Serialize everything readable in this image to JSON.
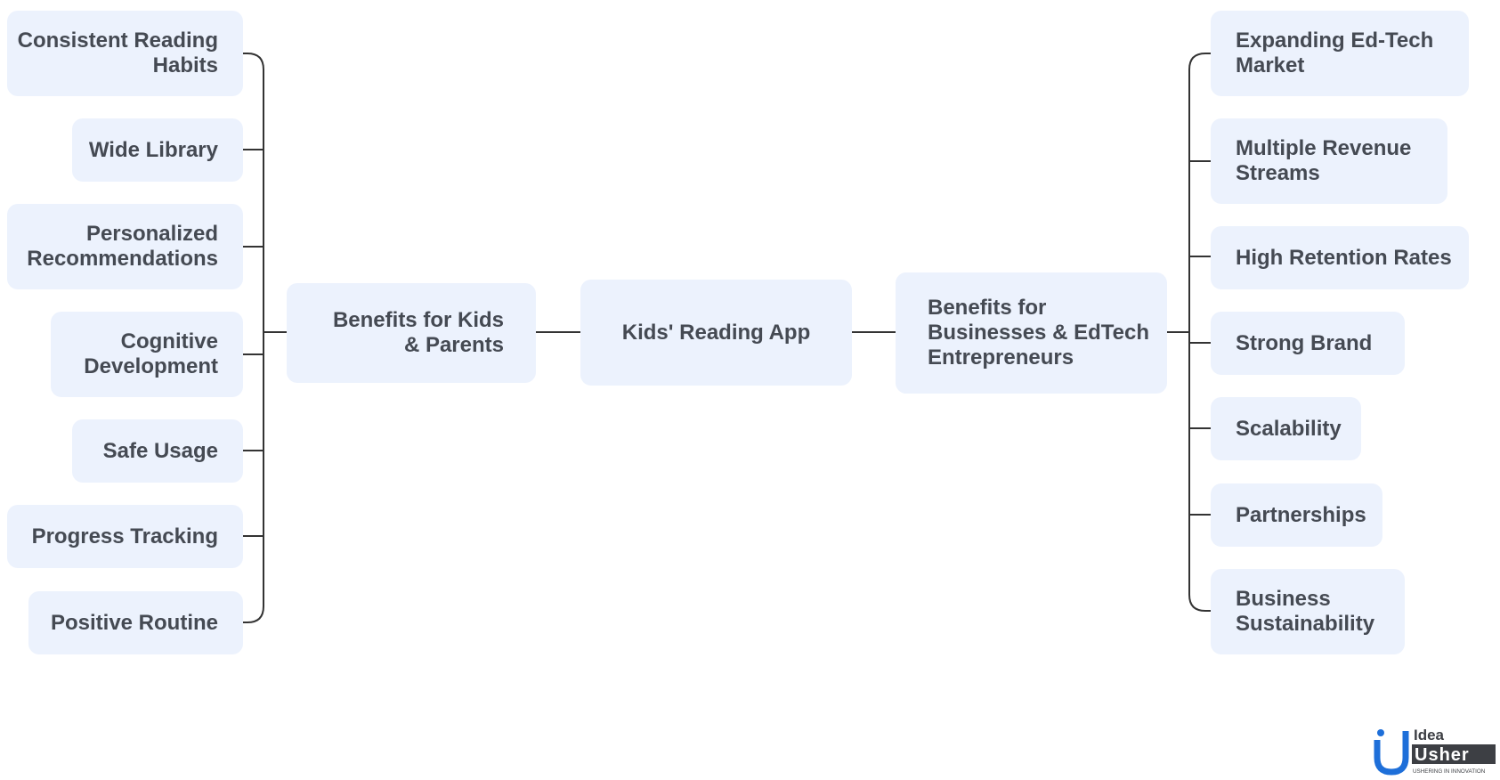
{
  "root": {
    "label": "Kids' Reading App"
  },
  "left_branch": {
    "label": "Benefits for Kids & Parents",
    "leaves": [
      "Consistent Reading Habits",
      "Wide Library",
      "Personalized Recommendations",
      "Cognitive Development",
      "Safe Usage",
      "Progress Tracking",
      "Positive Routine"
    ]
  },
  "right_branch": {
    "label": "Benefits for Businesses & EdTech Entrepreneurs",
    "leaves": [
      "Expanding Ed-Tech Market",
      "Multiple Revenue Streams",
      "High Retention Rates",
      "Strong Brand",
      "Scalability",
      "Partnerships",
      "Business Sustainability"
    ]
  },
  "logo": {
    "top_text": "Idea",
    "main_text": "Usher",
    "tagline": "USHERING IN INNOVATION"
  },
  "colors": {
    "node_fill": "#ecf2fd",
    "node_text": "#454a53",
    "connector": "#333333",
    "logo_blue": "#1e6fd9",
    "logo_dark": "#3d3f44"
  }
}
